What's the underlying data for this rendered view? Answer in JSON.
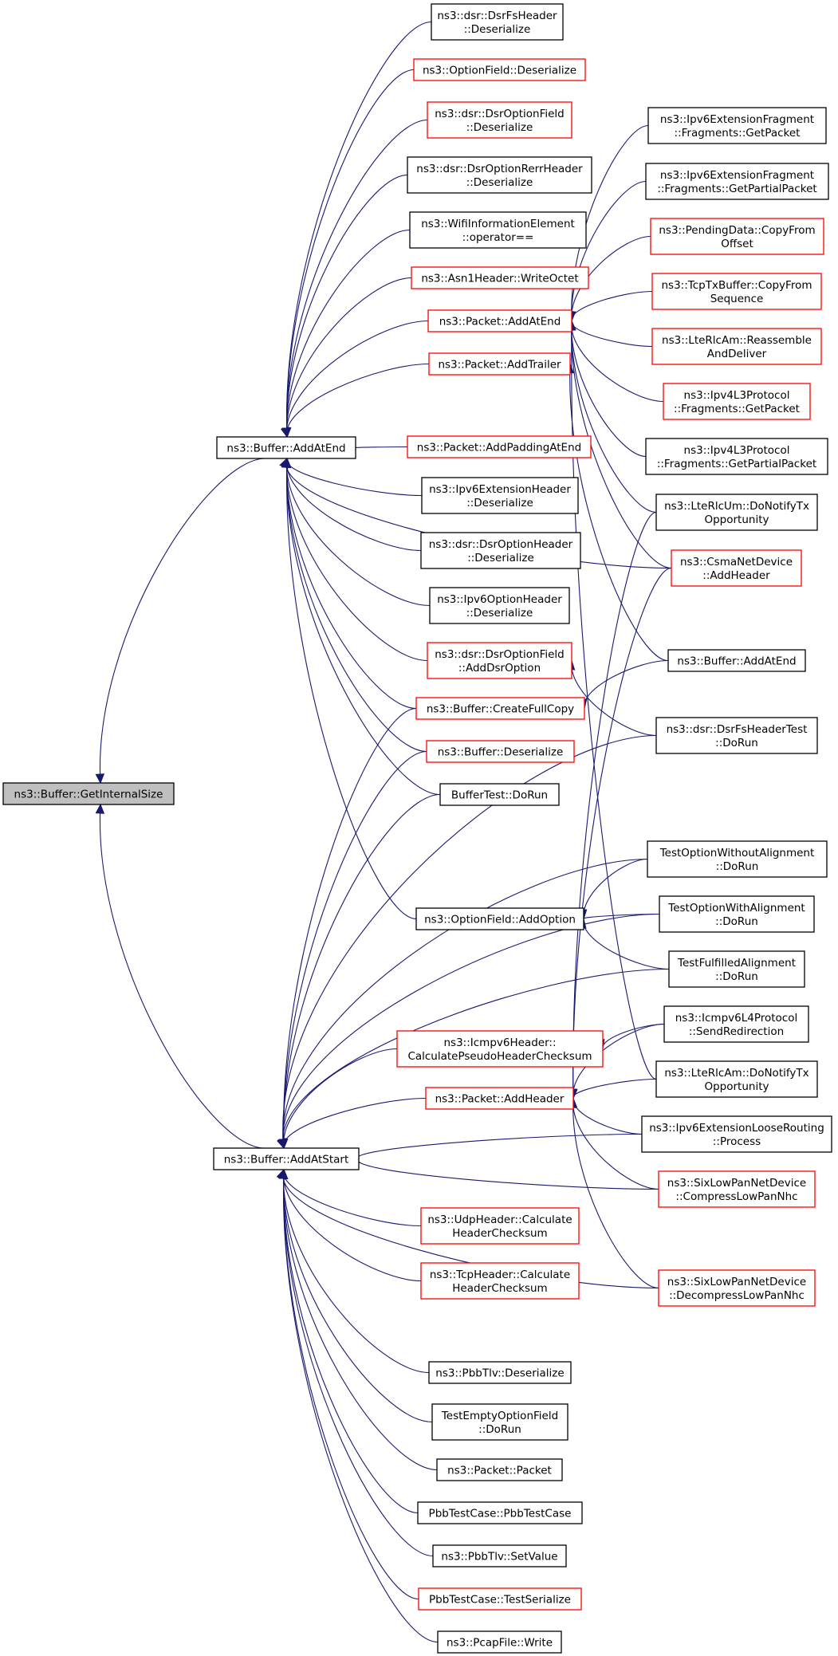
{
  "colors": {
    "edge": "#191970",
    "root_fill": "#bfbfbf",
    "red_border": "#ff0000",
    "black_border": "#000000"
  },
  "nodes": [
    {
      "id": "root",
      "lines": [
        "ns3::Buffer::GetInternalSize"
      ],
      "style": "root"
    },
    {
      "id": "addAtEnd",
      "lines": [
        "ns3::Buffer::AddAtEnd"
      ],
      "style": "black"
    },
    {
      "id": "addAtStart",
      "lines": [
        "ns3::Buffer::AddAtStart"
      ],
      "style": "black"
    },
    {
      "id": "dsrFsHeaderDeser",
      "lines": [
        "ns3::dsr::DsrFsHeader",
        "::Deserialize"
      ],
      "style": "black"
    },
    {
      "id": "optionFieldDeser",
      "lines": [
        "ns3::OptionField::Deserialize"
      ],
      "style": "red"
    },
    {
      "id": "dsrOptionFieldDeser",
      "lines": [
        "ns3::dsr::DsrOptionField",
        "::Deserialize"
      ],
      "style": "red"
    },
    {
      "id": "dsrOptionRerrDeser",
      "lines": [
        "ns3::dsr::DsrOptionRerrHeader",
        "::Deserialize"
      ],
      "style": "black"
    },
    {
      "id": "wifiInfoElem",
      "lines": [
        "ns3::WifiInformationElement",
        "::operator=="
      ],
      "style": "black"
    },
    {
      "id": "asn1WriteOctet",
      "lines": [
        "ns3::Asn1Header::WriteOctet"
      ],
      "style": "red"
    },
    {
      "id": "packetAddAtEnd",
      "lines": [
        "ns3::Packet::AddAtEnd"
      ],
      "style": "red"
    },
    {
      "id": "packetAddTrailer",
      "lines": [
        "ns3::Packet::AddTrailer"
      ],
      "style": "red"
    },
    {
      "id": "packetAddPadding",
      "lines": [
        "ns3::Packet::AddPaddingAtEnd"
      ],
      "style": "red"
    },
    {
      "id": "ipv6ExtHeaderDeser",
      "lines": [
        "ns3::Ipv6ExtensionHeader",
        "::Deserialize"
      ],
      "style": "black"
    },
    {
      "id": "dsrOptionHeaderDeser",
      "lines": [
        "ns3::dsr::DsrOptionHeader",
        "::Deserialize"
      ],
      "style": "black"
    },
    {
      "id": "ipv6OptionHeaderDeser",
      "lines": [
        "ns3::Ipv6OptionHeader",
        "::Deserialize"
      ],
      "style": "black"
    },
    {
      "id": "dsrOptionFieldAdd",
      "lines": [
        "ns3::dsr::DsrOptionField",
        "::AddDsrOption"
      ],
      "style": "red"
    },
    {
      "id": "bufferCreateFullCopy",
      "lines": [
        "ns3::Buffer::CreateFullCopy"
      ],
      "style": "red"
    },
    {
      "id": "bufferDeserialize",
      "lines": [
        "ns3::Buffer::Deserialize"
      ],
      "style": "red"
    },
    {
      "id": "bufferTestDoRun",
      "lines": [
        "BufferTest::DoRun"
      ],
      "style": "black"
    },
    {
      "id": "optionFieldAddOption",
      "lines": [
        "ns3::OptionField::AddOption"
      ],
      "style": "black"
    },
    {
      "id": "icmpv6CalcChecksum",
      "lines": [
        "ns3::Icmpv6Header::",
        "CalculatePseudoHeaderChecksum"
      ],
      "style": "red"
    },
    {
      "id": "packetAddHeader",
      "lines": [
        "ns3::Packet::AddHeader"
      ],
      "style": "red"
    },
    {
      "id": "udpCalcChecksum",
      "lines": [
        "ns3::UdpHeader::Calculate",
        "HeaderChecksum"
      ],
      "style": "red"
    },
    {
      "id": "tcpCalcChecksum",
      "lines": [
        "ns3::TcpHeader::Calculate",
        "HeaderChecksum"
      ],
      "style": "red"
    },
    {
      "id": "pbbTlvDeser",
      "lines": [
        "ns3::PbbTlv::Deserialize"
      ],
      "style": "black"
    },
    {
      "id": "testEmptyOptionField",
      "lines": [
        "TestEmptyOptionField",
        "::DoRun"
      ],
      "style": "black"
    },
    {
      "id": "packetPacket",
      "lines": [
        "ns3::Packet::Packet"
      ],
      "style": "black"
    },
    {
      "id": "pbbTestCase",
      "lines": [
        "PbbTestCase::PbbTestCase"
      ],
      "style": "black"
    },
    {
      "id": "pbbTlvSetValue",
      "lines": [
        "ns3::PbbTlv::SetValue"
      ],
      "style": "black"
    },
    {
      "id": "pbbTestSerialize",
      "lines": [
        "PbbTestCase::TestSerialize"
      ],
      "style": "red"
    },
    {
      "id": "pcapFileWrite",
      "lines": [
        "ns3::PcapFile::Write"
      ],
      "style": "black"
    },
    {
      "id": "ipv6FragGetPacket",
      "lines": [
        "ns3::Ipv6ExtensionFragment",
        "::Fragments::GetPacket"
      ],
      "style": "black"
    },
    {
      "id": "ipv6FragGetPartial",
      "lines": [
        "ns3::Ipv6ExtensionFragment",
        "::Fragments::GetPartialPacket"
      ],
      "style": "black"
    },
    {
      "id": "pendingDataCopy",
      "lines": [
        "ns3::PendingData::CopyFrom",
        "Offset"
      ],
      "style": "red"
    },
    {
      "id": "tcpTxBufferCopy",
      "lines": [
        "ns3::TcpTxBuffer::CopyFrom",
        "Sequence"
      ],
      "style": "red"
    },
    {
      "id": "lteRlcAmReassemble",
      "lines": [
        "ns3::LteRlcAm::Reassemble",
        "AndDeliver"
      ],
      "style": "red"
    },
    {
      "id": "ipv4FragGetPacket",
      "lines": [
        "ns3::Ipv4L3Protocol",
        "::Fragments::GetPacket"
      ],
      "style": "red"
    },
    {
      "id": "ipv4FragGetPartial",
      "lines": [
        "ns3::Ipv4L3Protocol",
        "::Fragments::GetPartialPacket"
      ],
      "style": "black"
    },
    {
      "id": "lteRlcUmNotify",
      "lines": [
        "ns3::LteRlcUm::DoNotifyTx",
        "Opportunity"
      ],
      "style": "black"
    },
    {
      "id": "csmaAddHeader",
      "lines": [
        "ns3::CsmaNetDevice",
        "::AddHeader"
      ],
      "style": "red"
    },
    {
      "id": "bufferAddAtEnd2",
      "lines": [
        "ns3::Buffer::AddAtEnd"
      ],
      "style": "black"
    },
    {
      "id": "dsrFsHeaderTest",
      "lines": [
        "ns3::dsr::DsrFsHeaderTest",
        "::DoRun"
      ],
      "style": "black"
    },
    {
      "id": "testOptionWithout",
      "lines": [
        "TestOptionWithoutAlignment",
        "::DoRun"
      ],
      "style": "black"
    },
    {
      "id": "testOptionWith",
      "lines": [
        "TestOptionWithAlignment",
        "::DoRun"
      ],
      "style": "black"
    },
    {
      "id": "testFulfilled",
      "lines": [
        "TestFulfilledAlignment",
        "::DoRun"
      ],
      "style": "black"
    },
    {
      "id": "icmpv6SendRedirect",
      "lines": [
        "ns3::Icmpv6L4Protocol",
        "::SendRedirection"
      ],
      "style": "black"
    },
    {
      "id": "lteRlcAmNotify",
      "lines": [
        "ns3::LteRlcAm::DoNotifyTx",
        "Opportunity"
      ],
      "style": "black"
    },
    {
      "id": "ipv6LooseRouting",
      "lines": [
        "ns3::Ipv6ExtensionLooseRouting",
        "::Process"
      ],
      "style": "black"
    },
    {
      "id": "sixLowPanCompress",
      "lines": [
        "ns3::SixLowPanNetDevice",
        "::CompressLowPanNhc"
      ],
      "style": "red"
    },
    {
      "id": "sixLowPanDecompress",
      "lines": [
        "ns3::SixLowPanNetDevice",
        "::DecompressLowPanNhc"
      ],
      "style": "red"
    }
  ],
  "edges": [
    [
      "addAtEnd",
      "root"
    ],
    [
      "addAtStart",
      "root"
    ],
    [
      "dsrFsHeaderDeser",
      "addAtEnd"
    ],
    [
      "optionFieldDeser",
      "addAtEnd"
    ],
    [
      "dsrOptionFieldDeser",
      "addAtEnd"
    ],
    [
      "dsrOptionRerrDeser",
      "addAtEnd"
    ],
    [
      "wifiInfoElem",
      "addAtEnd"
    ],
    [
      "asn1WriteOctet",
      "addAtEnd"
    ],
    [
      "packetAddAtEnd",
      "addAtEnd"
    ],
    [
      "packetAddTrailer",
      "addAtEnd"
    ],
    [
      "packetAddPadding",
      "addAtEnd"
    ],
    [
      "ipv6ExtHeaderDeser",
      "addAtEnd"
    ],
    [
      "dsrOptionHeaderDeser",
      "addAtEnd"
    ],
    [
      "ipv6OptionHeaderDeser",
      "addAtEnd"
    ],
    [
      "dsrOptionFieldAdd",
      "addAtEnd"
    ],
    [
      "bufferCreateFullCopy",
      "addAtEnd"
    ],
    [
      "bufferDeserialize",
      "addAtEnd"
    ],
    [
      "bufferTestDoRun",
      "addAtEnd"
    ],
    [
      "optionFieldAddOption",
      "addAtEnd"
    ],
    [
      "csmaAddHeader",
      "addAtEnd"
    ],
    [
      "bufferCreateFullCopy",
      "addAtStart"
    ],
    [
      "bufferDeserialize",
      "addAtStart"
    ],
    [
      "bufferTestDoRun",
      "addAtStart"
    ],
    [
      "dsrFsHeaderTest",
      "addAtStart"
    ],
    [
      "testOptionWithout",
      "addAtStart"
    ],
    [
      "testOptionWith",
      "addAtStart"
    ],
    [
      "testFulfilled",
      "addAtStart"
    ],
    [
      "icmpv6CalcChecksum",
      "addAtStart"
    ],
    [
      "packetAddHeader",
      "addAtStart"
    ],
    [
      "ipv6LooseRouting",
      "addAtStart"
    ],
    [
      "sixLowPanCompress",
      "addAtStart"
    ],
    [
      "udpCalcChecksum",
      "addAtStart"
    ],
    [
      "tcpCalcChecksum",
      "addAtStart"
    ],
    [
      "sixLowPanDecompress",
      "addAtStart"
    ],
    [
      "pbbTlvDeser",
      "addAtStart"
    ],
    [
      "testEmptyOptionField",
      "addAtStart"
    ],
    [
      "packetPacket",
      "addAtStart"
    ],
    [
      "pbbTestCase",
      "addAtStart"
    ],
    [
      "pbbTlvSetValue",
      "addAtStart"
    ],
    [
      "pbbTestSerialize",
      "addAtStart"
    ],
    [
      "pcapFileWrite",
      "addAtStart"
    ],
    [
      "ipv6FragGetPacket",
      "packetAddAtEnd"
    ],
    [
      "ipv6FragGetPartial",
      "packetAddAtEnd"
    ],
    [
      "pendingDataCopy",
      "packetAddAtEnd"
    ],
    [
      "tcpTxBufferCopy",
      "packetAddAtEnd"
    ],
    [
      "lteRlcAmReassemble",
      "packetAddAtEnd"
    ],
    [
      "ipv4FragGetPacket",
      "packetAddAtEnd"
    ],
    [
      "ipv4FragGetPartial",
      "packetAddAtEnd"
    ],
    [
      "lteRlcUmNotify",
      "packetAddAtEnd"
    ],
    [
      "csmaAddHeader",
      "packetAddAtEnd"
    ],
    [
      "lteRlcAmNotify",
      "packetAddAtEnd"
    ],
    [
      "bufferAddAtEnd2",
      "packetAddTrailer"
    ],
    [
      "dsrFsHeaderTest",
      "dsrOptionFieldAdd"
    ],
    [
      "bufferAddAtEnd2",
      "bufferCreateFullCopy"
    ],
    [
      "testOptionWithout",
      "optionFieldAddOption"
    ],
    [
      "testOptionWith",
      "optionFieldAddOption"
    ],
    [
      "testFulfilled",
      "optionFieldAddOption"
    ],
    [
      "icmpv6SendRedirect",
      "icmpv6CalcChecksum"
    ],
    [
      "lteRlcUmNotify",
      "packetAddHeader"
    ],
    [
      "csmaAddHeader",
      "packetAddHeader"
    ],
    [
      "icmpv6SendRedirect",
      "packetAddHeader"
    ],
    [
      "lteRlcAmNotify",
      "packetAddHeader"
    ],
    [
      "ipv6LooseRouting",
      "packetAddHeader"
    ],
    [
      "sixLowPanCompress",
      "packetAddHeader"
    ],
    [
      "sixLowPanDecompress",
      "packetAddHeader"
    ]
  ]
}
